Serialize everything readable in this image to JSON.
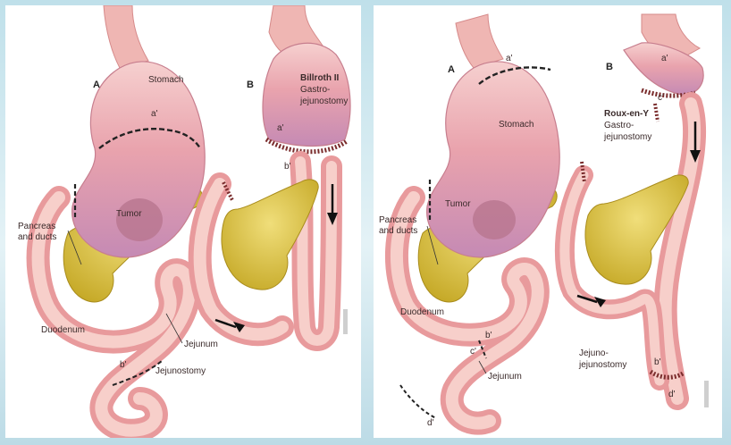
{
  "left_panel": {
    "view_a": {
      "letter": "A",
      "stomach": "Stomach",
      "a_prime": "a'",
      "tumor": "Tumor",
      "pancreas_1": "Pancreas",
      "pancreas_2": "and ducts",
      "duodenum": "Duodenum",
      "jejunum": "Jejunum",
      "b_prime": "b'",
      "jejunostomy": "Jejunostomy"
    },
    "view_b": {
      "letter": "B",
      "title_1": "Billroth II",
      "title_2": "Gastro-",
      "title_3": "jejunostomy",
      "a_prime": "a'",
      "b_prime": "b'"
    }
  },
  "right_panel": {
    "view_a": {
      "letter": "A",
      "a_prime": "a'",
      "stomach": "Stomach",
      "tumor": "Tumor",
      "pancreas_1": "Pancreas",
      "pancreas_2": "and ducts",
      "duodenum": "Duodenum",
      "c_prime": "c'",
      "b_prime": "b'",
      "jejunum": "Jejunum",
      "d_prime": "d'"
    },
    "view_b": {
      "letter": "B",
      "a_prime": "a'",
      "c_prime": "c'",
      "title_1": "Roux-en-Y",
      "title_2": "Gastro-",
      "title_3": "jejunostomy",
      "jj_1": "Jejuno-",
      "jj_2": "jejunostomy",
      "b_prime": "b'",
      "d_prime": "d'"
    }
  },
  "colors": {
    "stomach": "#e9a3ad",
    "stomach_upper": "#f3c3c4",
    "stomach_lower": "#c98fb8",
    "intestine": "#f1b4b1",
    "pancreas": "#d9c13a",
    "background": "#cfe6ee"
  }
}
